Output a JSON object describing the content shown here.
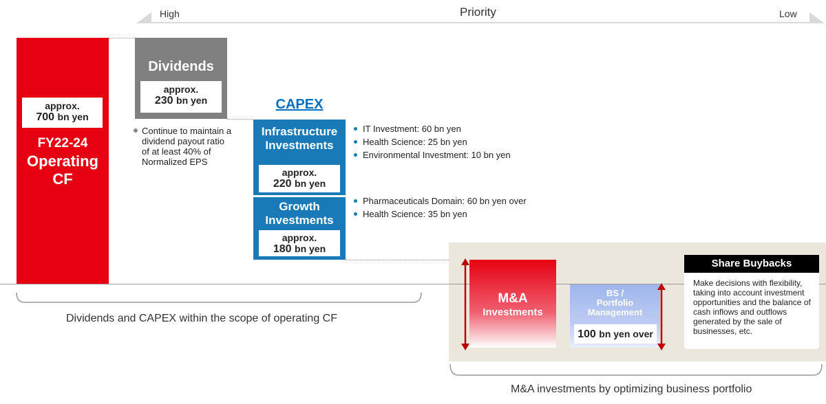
{
  "priority": {
    "title": "Priority",
    "high": "High",
    "low": "Low"
  },
  "operating_cf": {
    "approx": "approx.",
    "amount": "700",
    "unit": "bn yen",
    "title_line1": "FY22-24",
    "title_line2": "Operating",
    "title_line3": "CF",
    "color": "#e60012"
  },
  "dividends": {
    "title": "Dividends",
    "approx": "approx.",
    "amount": "230",
    "unit": "bn yen",
    "note_line1": "Continue to maintain a",
    "note_line2": "dividend payout ratio",
    "note_line3": "of at least 40% of",
    "note_line4": "Normalized EPS",
    "color": "#808080"
  },
  "capex": {
    "title": "CAPEX",
    "infrastructure": {
      "title_line1": "Infrastructure",
      "title_line2": "Investments",
      "approx": "approx.",
      "amount": "220",
      "unit": "bn yen",
      "bullets": [
        "IT Investment: 60 bn yen",
        "Health Science: 25 bn yen",
        "Environmental Investment: 10 bn yen"
      ]
    },
    "growth": {
      "title_line1": "Growth",
      "title_line2": "Investments",
      "approx": "approx.",
      "amount": "180",
      "unit": "bn yen",
      "bullets": [
        "Pharmaceuticals Domain: 60 bn yen over",
        "Health Science: 35 bn yen"
      ]
    },
    "color": "#1a7ab8"
  },
  "scope_caption": "Dividends and CAPEX within the scope of operating CF",
  "ma": {
    "title_line1": "M&A",
    "title_line2": "Investments"
  },
  "bs": {
    "title_line1": "BS /",
    "title_line2": "Portfolio",
    "title_line3": "Management",
    "amount": "100",
    "unit": "bn yen over"
  },
  "share_buybacks": {
    "title": "Share Buybacks",
    "text": "Make decisions with flexibility, taking into account investment opportunities and the balance of cash inflows and outflows generated by the sale of businesses, etc."
  },
  "ma_caption": "M&A investments by optimizing business portfolio"
}
